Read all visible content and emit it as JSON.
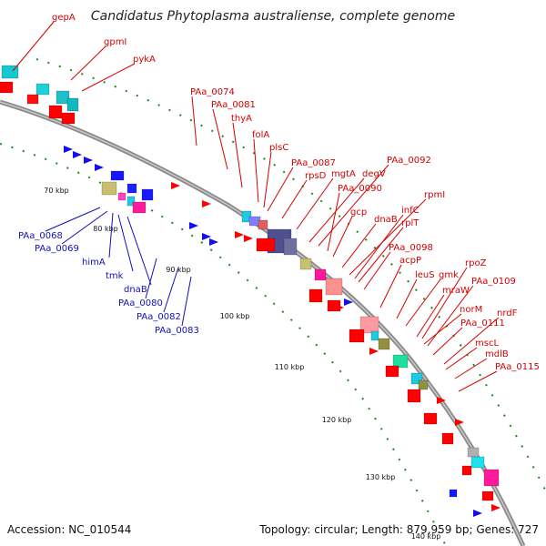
{
  "title": "Candidatus Phytoplasma australiense, complete genome",
  "footer": {
    "accession": "Accession: NC_010544",
    "topology": "Topology: circular; Length: 879,959 bp; Genes: 727"
  },
  "colors": {
    "backbone": "#8a8a8a",
    "forward_label": "#d40000",
    "reverse_label": "#1010b8",
    "tick_mark": "#1a8a1a",
    "forward_gene": "#ee0000",
    "reverse_gene": "#1010ee"
  },
  "axis": {
    "tick_labels": [
      "70 kbp",
      "80 kbp",
      "90 kbp",
      "100 kbp",
      "110 kbp",
      "120 kbp",
      "130 kbp",
      "140 kbp"
    ]
  },
  "labels": {
    "forward": [
      "gepA",
      "gpmI",
      "pykA",
      "PAa_0074",
      "PAa_0081",
      "thyA",
      "folA",
      "plsC",
      "PAa_0087",
      "rpsD",
      "mgtA",
      "degV",
      "PAa_0092",
      "PAa_0090",
      "gcp",
      "dnaB",
      "rpmI",
      "infC",
      "rplT",
      "PAa_0098",
      "acpP",
      "leuS",
      "gmk",
      "rpoZ",
      "PAa_0109",
      "mraW",
      "norM",
      "nrdF",
      "PAa_0111",
      "mscL",
      "mdlB",
      "PAa_0115"
    ],
    "reverse": [
      "PAa_0068",
      "PAa_0069",
      "himA",
      "tmk",
      "dnaB",
      "PAa_0080",
      "PAa_0082",
      "PAa_0083"
    ]
  }
}
